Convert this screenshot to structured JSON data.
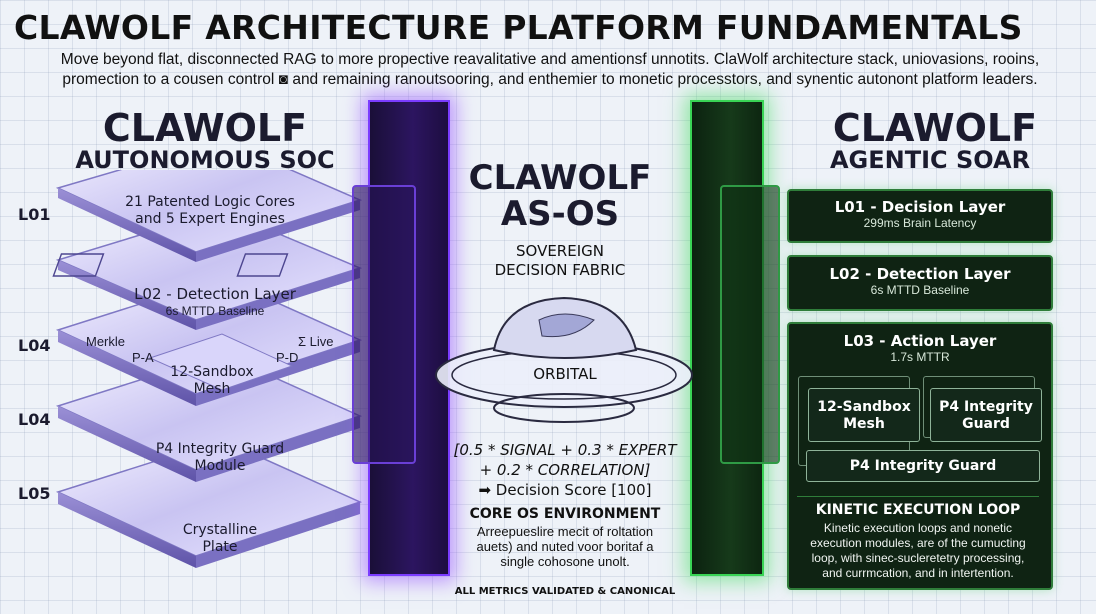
{
  "header": {
    "title": "CLAWOLF ARCHITECTURE PLATFORM FUNDAMENTALS",
    "subtitle_line1": "Move beyond flat, disconnected RAG to more propective reavalitative and amentionsf unnotits. ClaWolf architecture stack, uniovasions, rooins,",
    "subtitle_line2": "promection to a cousen control ◙ and remaining ranoutsooring, and enthemier to monetic processtors, and synentic autonont platform leaders."
  },
  "soc": {
    "title_line1": "CLAWOLF",
    "title_line2": "AUTONOMOUS SOC",
    "layer_labels": [
      "L01",
      "L04",
      "L04",
      "L05"
    ],
    "plate1": {
      "line1": "21 Patented Logic Cores",
      "line2": "and 5 Expert Engines"
    },
    "plate2": {
      "title": "L02 - Detection Layer",
      "sub": "6s MTTD Baseline"
    },
    "plate3": {
      "merkle": "Merkle",
      "pa": "P-A",
      "live": "Σ Live",
      "pd": "P-D",
      "mesh_line1": "12-Sandbox",
      "mesh_line2": "Mesh"
    },
    "plate4": {
      "line1": "P4 Integrity Guard",
      "line2": "Module"
    },
    "plate5": {
      "line1": "Crystalline",
      "line2": "Plate"
    }
  },
  "asos": {
    "title_line1": "CLAWOLF",
    "title_line2": "AS-OS",
    "fabric_line1": "SOVEREIGN",
    "fabric_line2": "DECISION FABRIC",
    "orbital": "ORBITAL",
    "formula_line1": "[0.5 * SIGNAL + 0.3 * EXPERT",
    "formula_line2": "+ 0.2 * CORRELATION]",
    "formula_line3": "➡ Decision Score [100]",
    "env_title": "CORE OS ENVIRONMENT",
    "env_line1": "Arreepueslire mecit of roltation",
    "env_line2": "auets) and nuted voor boritaf a",
    "env_line3": "single cohosone unolt.",
    "footer": "ALL METRICS VALIDATED & CANONICAL"
  },
  "soar": {
    "title_line1": "CLAWOLF",
    "title_line2": "AGENTIC SOAR",
    "cards": [
      {
        "title": "L01 - Decision Layer",
        "sub": "299ms Brain Latency"
      },
      {
        "title": "L02 - Detection Layer",
        "sub": "6s MTTD Baseline"
      },
      {
        "title": "L03 - Action Layer",
        "sub": "1.7s MTTR"
      }
    ],
    "mini_mesh_line1": "12-Sandbox",
    "mini_mesh_line2": "Mesh",
    "mini_p4_line1": "P4 Integrity",
    "mini_p4_line2": "Guard",
    "guard_bar": "P4 Integrity Guard",
    "kinetic_title": "KINETIC EXECUTION LOOP",
    "kinetic_line1": "Kinetic execution loops and nonetic",
    "kinetic_line2": "execution modules, are of the cumucting",
    "kinetic_line3": "loop, with sinec-sucleretetry processing,",
    "kinetic_line4": "and currmcation, and in intertention."
  },
  "colors": {
    "purple_glow": "#7b3cff",
    "green_glow": "#39d455",
    "dark_card": "#0f2313"
  }
}
